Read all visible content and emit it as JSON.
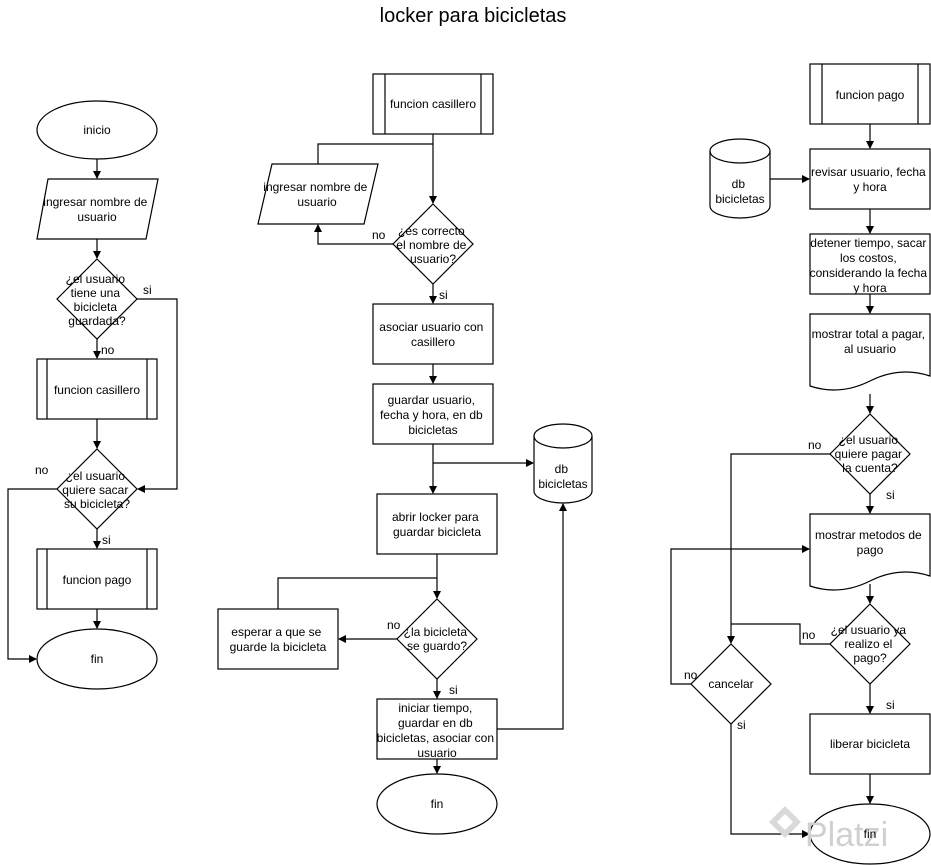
{
  "title": "locker para bicicletas",
  "flow_left": {
    "inicio": "inicio",
    "ingresar": [
      "ingresar nombre de",
      "usuario"
    ],
    "tiene": [
      "¿el usuario",
      "tiene una",
      "bicicleta",
      "guardada?"
    ],
    "si1": "si",
    "no1": "no",
    "func_casillero": "funcion casillero",
    "sacar": [
      "¿el usuario",
      "quiere sacar",
      "su bicicleta?"
    ],
    "no2": "no",
    "si2": "si",
    "func_pago": "funcion pago",
    "fin": "fin"
  },
  "flow_mid": {
    "func_casillero": "funcion casillero",
    "ingresar": [
      "ingresar nombre de",
      "usuario"
    ],
    "correcto": [
      "¿es correcto",
      "el nombre de",
      "usuario?"
    ],
    "no1": "no",
    "si1": "si",
    "asociar": [
      "asociar usuario con",
      "casillero"
    ],
    "guardar": [
      "guardar usuario,",
      "fecha y hora, en db",
      "bicicletas"
    ],
    "db": [
      "db",
      "bicicletas"
    ],
    "abrir": [
      "abrir locker para",
      "guardar bicicleta"
    ],
    "esperar": [
      "esperar a que se",
      "guarde la bicicleta"
    ],
    "se_guardo": [
      "¿la bicicleta",
      "se guardo?"
    ],
    "no2": "no",
    "si2": "si",
    "iniciar": [
      "iniciar tiempo,",
      "guardar en db",
      "bicicletas, asociar con",
      "usuario"
    ],
    "fin": "fin"
  },
  "flow_right": {
    "func_pago": "funcion pago",
    "db": [
      "db",
      "bicicletas"
    ],
    "revisar": [
      "revisar usuario, fecha",
      "y hora"
    ],
    "detener": [
      "detener tiempo, sacar",
      "los costos,",
      "considerando la fecha",
      "y hora"
    ],
    "mostrar_total": [
      "mostrar total a pagar,",
      "al usuario"
    ],
    "quiere_pagar": [
      "¿el usuario",
      "quiere pagar",
      "la cuenta?"
    ],
    "no1": "no",
    "si1": "si",
    "metodos": [
      "mostrar metodos de",
      "pago"
    ],
    "realizo": [
      "¿el usuario ya",
      "realizo el",
      "pago?"
    ],
    "no2": "no",
    "si2": "si",
    "cancelar": "cancelar",
    "no3": "no",
    "si3": "si",
    "liberar": "liberar bicicleta",
    "fin": "fin"
  },
  "watermark": "Platzi"
}
